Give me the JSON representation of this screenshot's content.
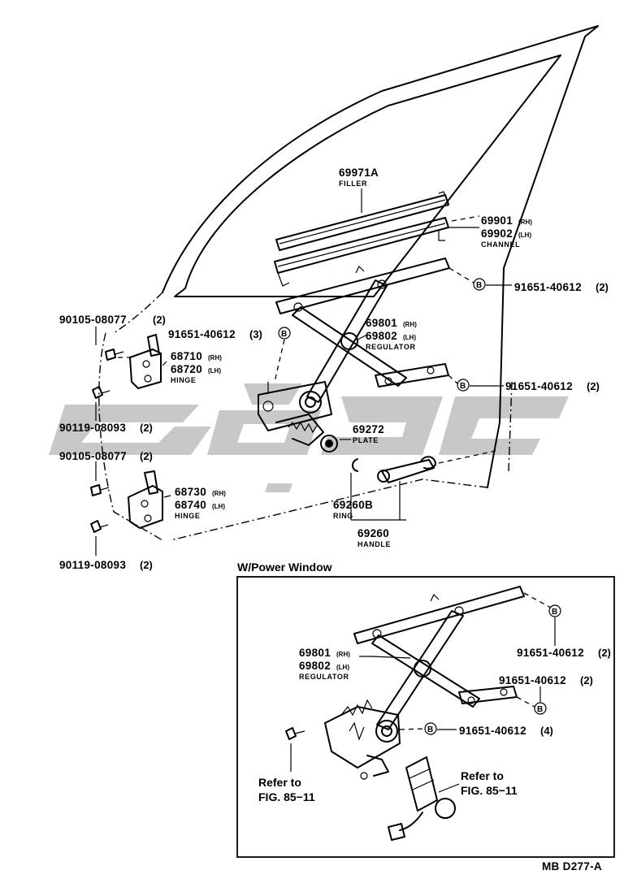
{
  "parts": {
    "filler": {
      "number": "69971A",
      "name": "FILLER"
    },
    "channel": {
      "number_rh": "69901",
      "number_lh": "69902",
      "rh": "(RH)",
      "lh": "(LH)",
      "name": "CHANNEL"
    },
    "regulator": {
      "number_rh": "69801",
      "number_lh": "69802",
      "rh": "(RH)",
      "lh": "(LH)",
      "name": "REGULATOR"
    },
    "hinge_upper": {
      "number_rh": "68710",
      "number_lh": "68720",
      "rh": "(RH)",
      "lh": "(LH)",
      "name": "HINGE"
    },
    "hinge_lower": {
      "number_rh": "68730",
      "number_lh": "68740",
      "rh": "(RH)",
      "lh": "(LH)",
      "name": "HINGE"
    },
    "plate": {
      "number": "69272",
      "name": "PLATE"
    },
    "ring": {
      "number": "69260B",
      "name": "RING"
    },
    "handle": {
      "number": "69260",
      "name": "HANDLE"
    },
    "bolt_upper": {
      "number": "90105-08077",
      "qty": "(2)"
    },
    "screw_upper": {
      "number": "90119-08093",
      "qty": "(2)"
    },
    "bolt_lower": {
      "number": "90105-08077",
      "qty": "(2)"
    },
    "screw_lower": {
      "number": "90119-08093",
      "qty": "(2)"
    },
    "bolt_b1": {
      "number": "91651-40612",
      "qty": "(2)",
      "marker": "B"
    },
    "bolt_b2": {
      "number": "91651-40612",
      "qty": "(3)",
      "marker": "B"
    },
    "bolt_b3": {
      "number": "91651-40612",
      "qty": "(2)",
      "marker": "B"
    }
  },
  "power_window": {
    "title": "W/Power Window",
    "regulator": {
      "number_rh": "69801",
      "number_lh": "69802",
      "rh": "(RH)",
      "lh": "(LH)",
      "name": "REGULATOR"
    },
    "bolt_a": {
      "number": "91651-40612",
      "qty": "(2)",
      "marker": "B"
    },
    "bolt_b": {
      "number": "91651-40612",
      "qty": "(2)",
      "marker": "B"
    },
    "bolt_c": {
      "number": "91651-40612",
      "qty": "(4)",
      "marker": "B"
    },
    "refer_left": {
      "line1": "Refer to",
      "line2": "FIG. 85−11"
    },
    "refer_right": {
      "line1": "Refer to",
      "line2": "FIG. 85−11"
    }
  },
  "figure_code": "MB D277-A",
  "colors": {
    "ink": "#000000",
    "watermark": "#9a9a9a",
    "background": "#ffffff"
  }
}
